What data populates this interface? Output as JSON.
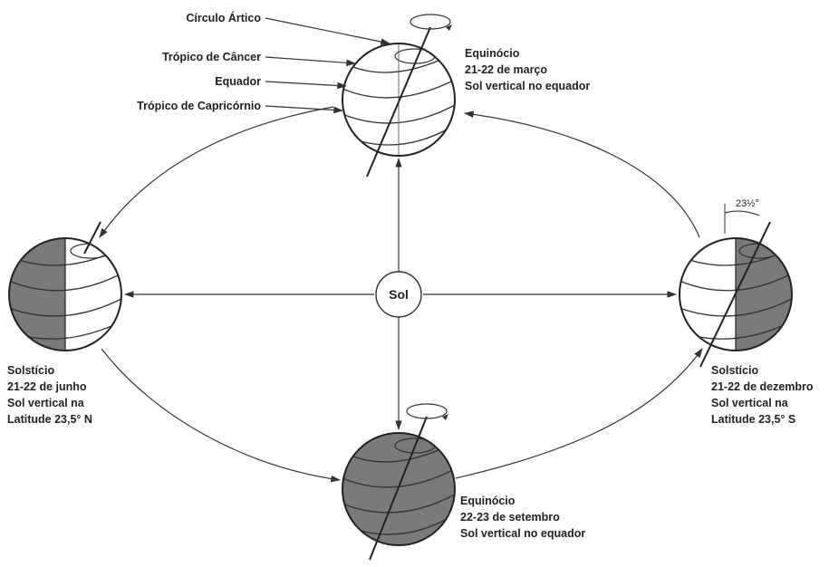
{
  "diagram": {
    "sun_label": "Sol",
    "globe_labels": {
      "arctic": "Círculo Ártico",
      "cancer": "Trópico de Câncer",
      "equator": "Equador",
      "capricorn": "Trópico de Capricórnio"
    },
    "tilt_label": "23½°",
    "positions": {
      "march": {
        "line1": "Equinócio",
        "line2": "21-22 de março",
        "line3": "Sol vertical no equador"
      },
      "june": {
        "line1": "Solstício",
        "line2": "21-22 de junho",
        "line3": "Sol vertical na",
        "line4": "Latitude 23,5° N"
      },
      "september": {
        "line1": "Equinócio",
        "line2": "22-23 de setembro",
        "line3": "Sol vertical no equador"
      },
      "december": {
        "line1": "Solstício",
        "line2": "21-22 de dezembro",
        "line3": "Sol vertical na",
        "line4": "Latitude 23,5° S"
      }
    },
    "colors": {
      "shadow": "#7a7a7a",
      "light": "#ffffff",
      "ink": "#222222"
    }
  }
}
